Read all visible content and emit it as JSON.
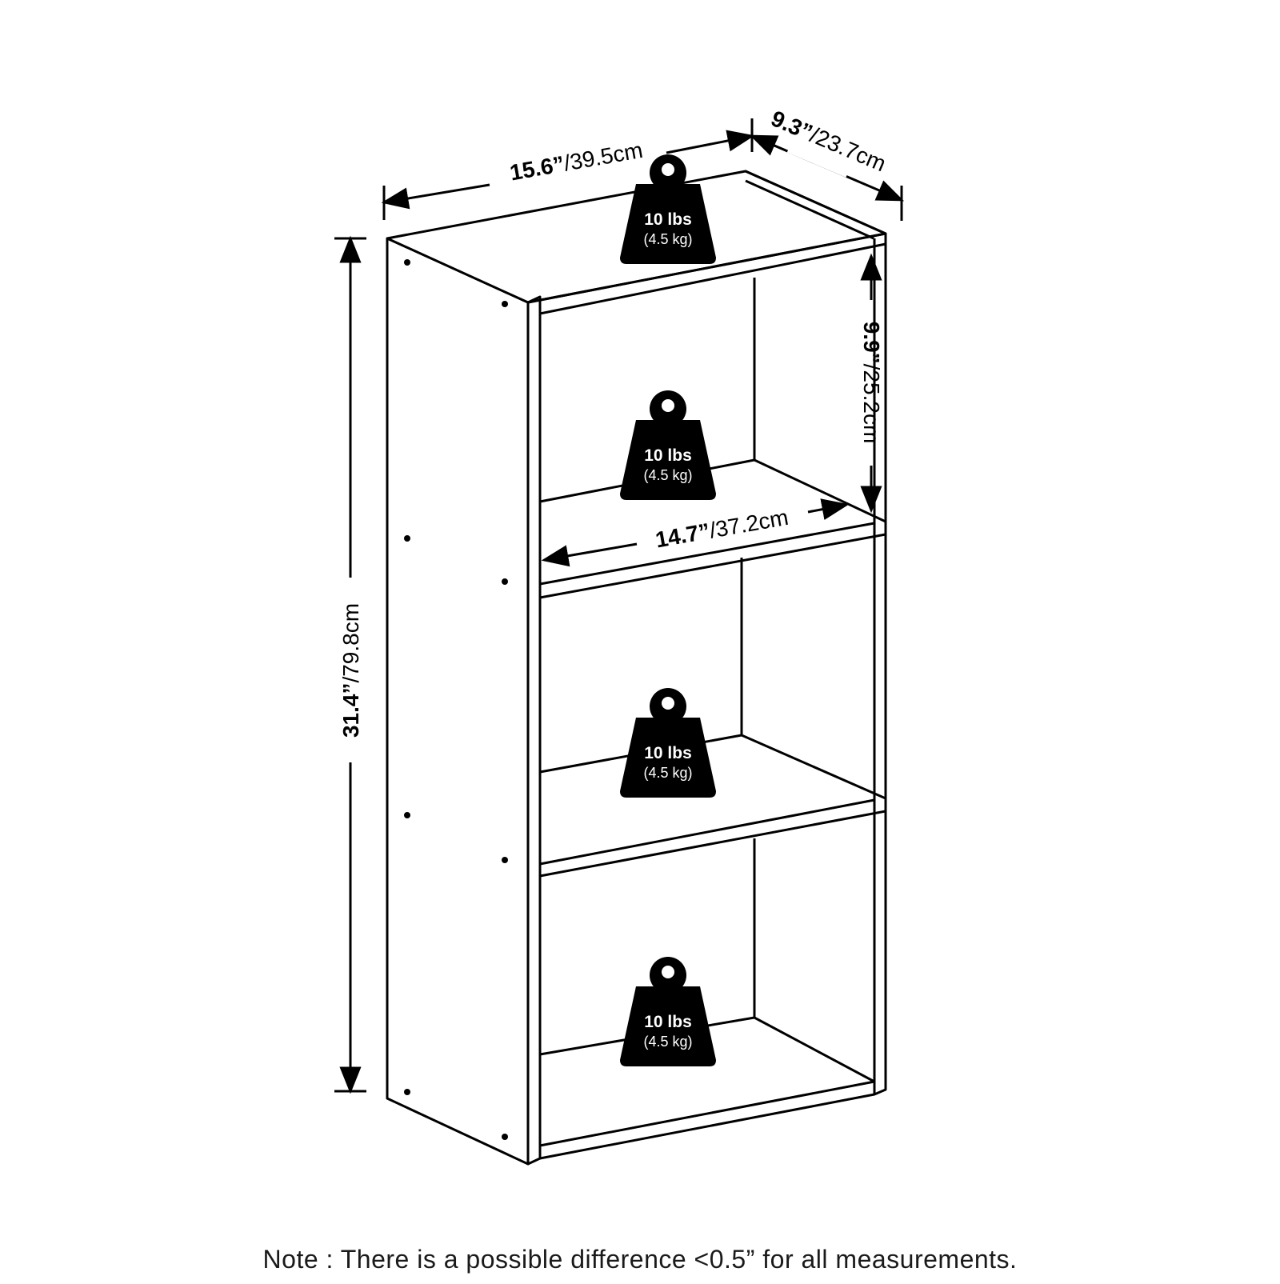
{
  "dimensions": {
    "width": {
      "imperial": "15.6”",
      "metric": "/39.5cm"
    },
    "depth": {
      "imperial": "9.3”",
      "metric": "/23.7cm"
    },
    "height": {
      "imperial": "31.4”",
      "metric": "/79.8cm"
    },
    "shelf_height": {
      "imperial": "9.9”",
      "metric": "/25.2cm"
    },
    "shelf_width": {
      "imperial": "14.7”",
      "metric": "/37.2cm"
    }
  },
  "weights": [
    {
      "lbs": "10 lbs",
      "kg": "(4.5 kg)"
    },
    {
      "lbs": "10 lbs",
      "kg": "(4.5 kg)"
    },
    {
      "lbs": "10 lbs",
      "kg": "(4.5 kg)"
    },
    {
      "lbs": "10 lbs",
      "kg": "(4.5 kg)"
    }
  ],
  "note": "Note : There is a possible difference <0.5” for all measurements.",
  "colors": {
    "line": "#000000",
    "weight_fill": "#000000",
    "weight_text": "#ffffff"
  }
}
